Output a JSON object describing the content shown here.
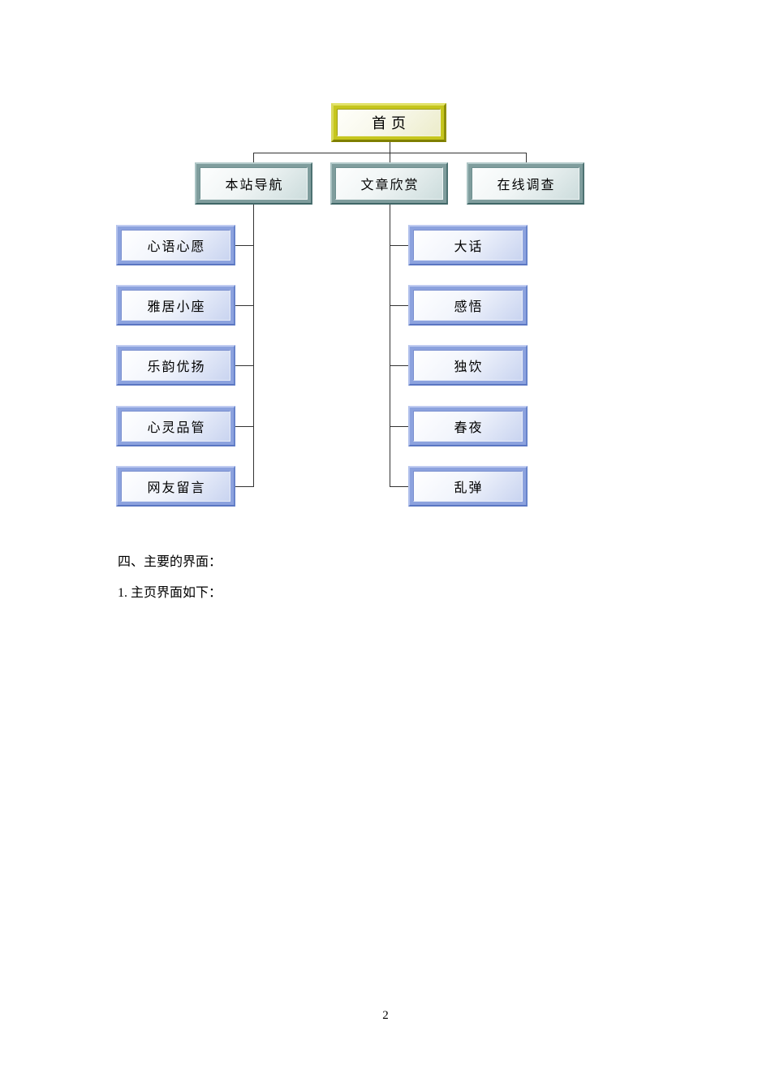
{
  "document": {
    "section_heading": "四、主要的界面：",
    "subsection_line": "1. 主页界面如下：",
    "page_number": "2"
  },
  "sitemap": {
    "root": "首页",
    "branches": [
      {
        "label": "本站导航",
        "children": [
          "心语心愿",
          "雅居小座",
          "乐韵优扬",
          "心灵品管",
          "网友留言"
        ]
      },
      {
        "label": "文章欣赏",
        "children": [
          "大话",
          "感悟",
          "独饮",
          "春夜",
          "乱弹"
        ]
      },
      {
        "label": "在线调查",
        "children": []
      }
    ],
    "colors": {
      "root_frame": "#c6c61e",
      "branch_frame": "#7f9d9d",
      "leaf_frame": "#8ca2de",
      "connector": "#333333",
      "page_background": "#ffffff"
    }
  }
}
